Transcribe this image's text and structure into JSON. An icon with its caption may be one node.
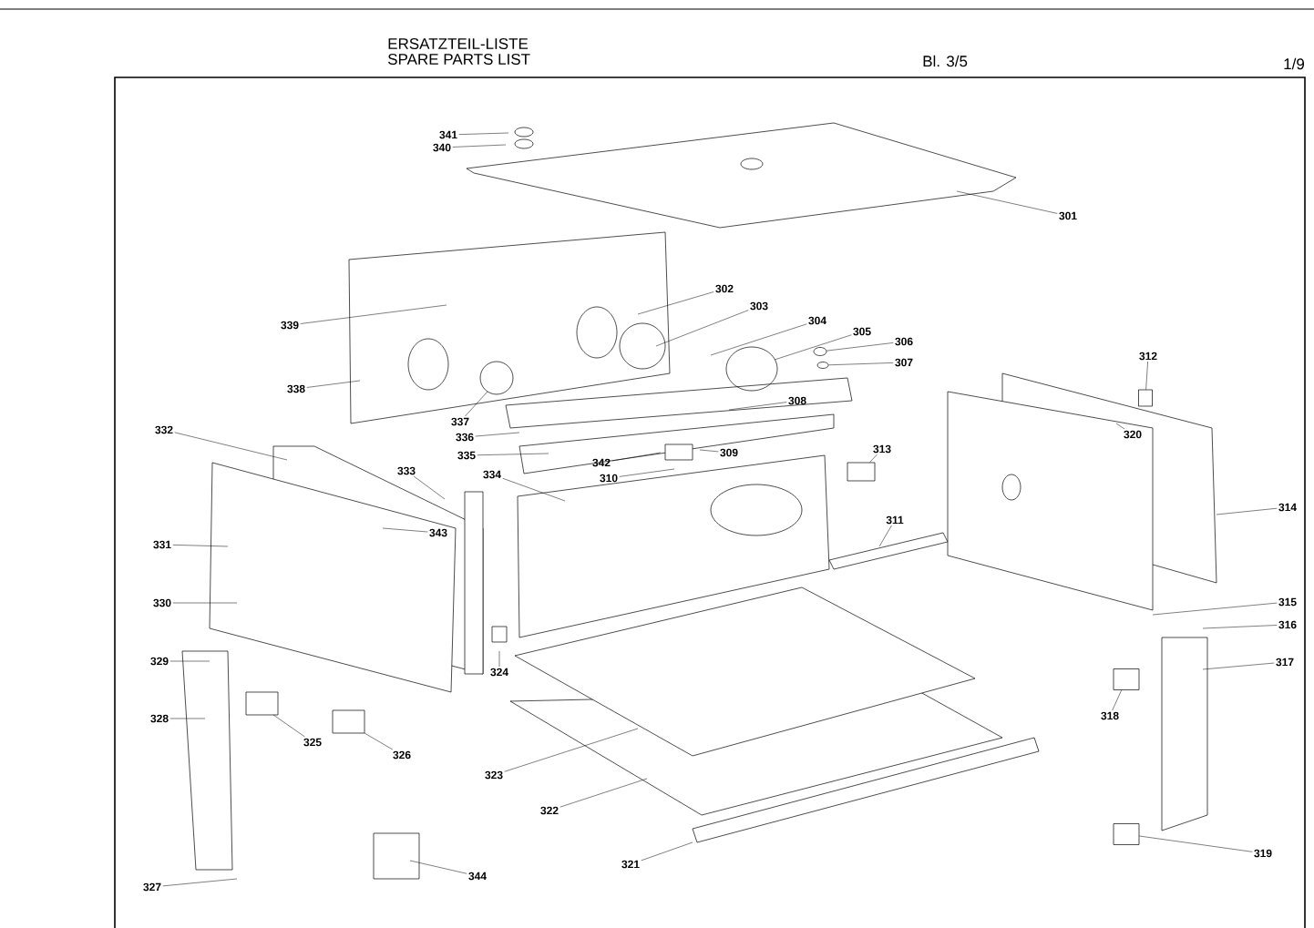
{
  "diagram": {
    "nodes": [
      {
        "text": [
          "341"
        ]
      },
      {
        "text": [
          "340"
        ]
      },
      {
        "text": [
          "301"
        ]
      },
      {
        "text": [
          "302"
        ]
      },
      {
        "text": [
          "303"
        ]
      },
      {
        "text": [
          "304"
        ]
      },
      {
        "text": [
          "305"
        ]
      },
      {
        "text": [
          "306"
        ]
      },
      {
        "text": [
          "307"
        ]
      },
      {
        "text": [
          "312"
        ]
      },
      {
        "text": [
          "339"
        ]
      },
      {
        "text": [
          "338"
        ]
      },
      {
        "text": [
          "337"
        ]
      },
      {
        "text": [
          "308"
        ]
      },
      {
        "text": [
          "320"
        ]
      },
      {
        "text": [
          "336"
        ]
      },
      {
        "text": [
          "332"
        ]
      },
      {
        "text": [
          "313"
        ]
      },
      {
        "text": [
          "335"
        ]
      },
      {
        "text": [
          "309"
        ]
      },
      {
        "text": [
          "342"
        ]
      },
      {
        "text": [
          "310"
        ]
      },
      {
        "text": [
          "333"
        ]
      },
      {
        "text": [
          "334"
        ]
      },
      {
        "text": [
          "311"
        ]
      },
      {
        "text": [
          "314"
        ]
      },
      {
        "text": [
          "331"
        ]
      },
      {
        "text": [
          "343"
        ]
      },
      {
        "text": [
          "330"
        ]
      },
      {
        "text": [
          "315"
        ]
      },
      {
        "text": [
          "316"
        ]
      },
      {
        "text": [
          "329"
        ]
      },
      {
        "text": [
          "317"
        ]
      },
      {
        "text": [
          "324"
        ]
      },
      {
        "text": [
          "318"
        ]
      },
      {
        "text": [
          "328"
        ]
      },
      {
        "text": [
          "325"
        ]
      },
      {
        "text": [
          "326"
        ]
      },
      {
        "text": [
          "323"
        ]
      },
      {
        "text": [
          "322"
        ]
      },
      {
        "text": [
          "319"
        ]
      },
      {
        "text": [
          "321"
        ]
      },
      {
        "text": [
          "344"
        ]
      },
      {
        "text": [
          "327"
        ]
      },
      {
        "text": [],
        "shape": "circle"
      },
      {
        "text": [],
        "shape": "box"
      },
      {
        "text": [],
        "shape": "box"
      },
      {
        "text": [],
        "shape": "box"
      },
      {
        "text": [],
        "shape": "box"
      },
      {
        "text": [],
        "shape": "circle"
      }
    ],
    "edges": [
      {
        "from": 0,
        "to": null,
        "arrow": "none"
      },
      {
        "from": 1,
        "to": null,
        "arrow": "none"
      },
      {
        "from": 2,
        "to": null,
        "arrow": "none"
      },
      {
        "from": 3,
        "to": null,
        "arrow": "none"
      },
      {
        "from": 4,
        "to": null,
        "arrow": "none"
      },
      {
        "from": 5,
        "to": null,
        "arrow": "none"
      },
      {
        "from": 6,
        "to": null,
        "arrow": "none"
      },
      {
        "from": 7,
        "to": 44,
        "arrow": "none"
      },
      {
        "from": 8,
        "to": 49,
        "arrow": "none"
      },
      {
        "from": 9,
        "to": 45,
        "arrow": "none"
      },
      {
        "from": 10,
        "to": null,
        "arrow": "none"
      },
      {
        "from": 11,
        "to": null,
        "arrow": "none"
      },
      {
        "from": 12,
        "to": null,
        "arrow": "none"
      },
      {
        "from": 13,
        "to": null,
        "arrow": "none"
      },
      {
        "from": 14,
        "to": null,
        "arrow": "none"
      },
      {
        "from": 15,
        "to": null,
        "arrow": "none"
      },
      {
        "from": 16,
        "to": null,
        "arrow": "none"
      },
      {
        "from": 17,
        "to": 46,
        "arrow": "none"
      },
      {
        "from": 18,
        "to": null,
        "arrow": "none"
      },
      {
        "from": 19,
        "to": null,
        "arrow": "none"
      },
      {
        "from": 20,
        "to": null,
        "arrow": "none"
      },
      {
        "from": 21,
        "to": null,
        "arrow": "none"
      },
      {
        "from": 22,
        "to": null,
        "arrow": "none"
      },
      {
        "from": 23,
        "to": null,
        "arrow": "none"
      },
      {
        "from": 24,
        "to": null,
        "arrow": "none"
      },
      {
        "from": 25,
        "to": null,
        "arrow": "none"
      },
      {
        "from": 26,
        "to": null,
        "arrow": "none"
      },
      {
        "from": 27,
        "to": null,
        "arrow": "none"
      },
      {
        "from": 28,
        "to": null,
        "arrow": "none"
      },
      {
        "from": 29,
        "to": null,
        "arrow": "none"
      },
      {
        "from": 30,
        "to": null,
        "arrow": "none"
      },
      {
        "from": 31,
        "to": null,
        "arrow": "none"
      },
      {
        "from": 32,
        "to": null,
        "arrow": "none"
      },
      {
        "from": 33,
        "to": null,
        "arrow": "none"
      },
      {
        "from": 34,
        "to": 47,
        "arrow": "none"
      },
      {
        "from": 35,
        "to": null,
        "arrow": "none"
      },
      {
        "from": 36,
        "to": null,
        "arrow": "none"
      },
      {
        "from": 37,
        "to": null,
        "arrow": "none"
      },
      {
        "from": 38,
        "to": null,
        "arrow": "none"
      },
      {
        "from": 39,
        "to": null,
        "arrow": "none"
      },
      {
        "from": 40,
        "to": 48,
        "arrow": "none"
      },
      {
        "from": 41,
        "to": null,
        "arrow": "none"
      },
      {
        "from": 42,
        "to": null,
        "arrow": "none"
      },
      {
        "from": 43,
        "to": null,
        "arrow": "none"
      }
    ],
    "labels": [
      "ERSATZTEIL-LISTE",
      "SPARE PARTS LIST",
      "Bl. 3/5",
      "1/9"
    ]
  }
}
